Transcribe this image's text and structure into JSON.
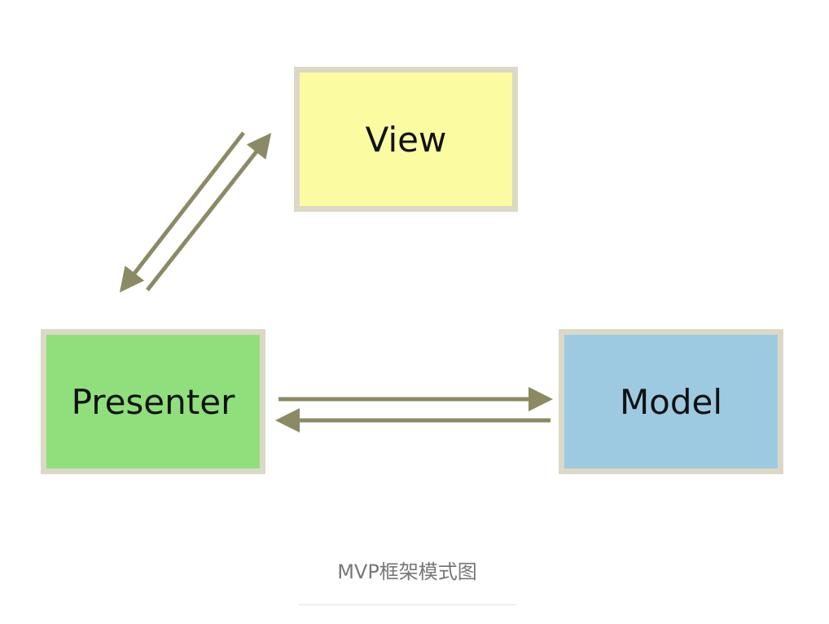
{
  "diagram": {
    "nodes": {
      "view": {
        "label": "View",
        "color": "#fbfba2"
      },
      "presenter": {
        "label": "Presenter",
        "color": "#8fe07c"
      },
      "model": {
        "label": "Model",
        "color": "#9dcae0"
      }
    },
    "edges": [
      {
        "from": "presenter",
        "to": "view"
      },
      {
        "from": "view",
        "to": "presenter"
      },
      {
        "from": "presenter",
        "to": "model"
      },
      {
        "from": "model",
        "to": "presenter"
      }
    ],
    "arrow_color": "#8b8a64",
    "border_color": "#dcd8c6"
  },
  "caption": "MVP框架模式图"
}
